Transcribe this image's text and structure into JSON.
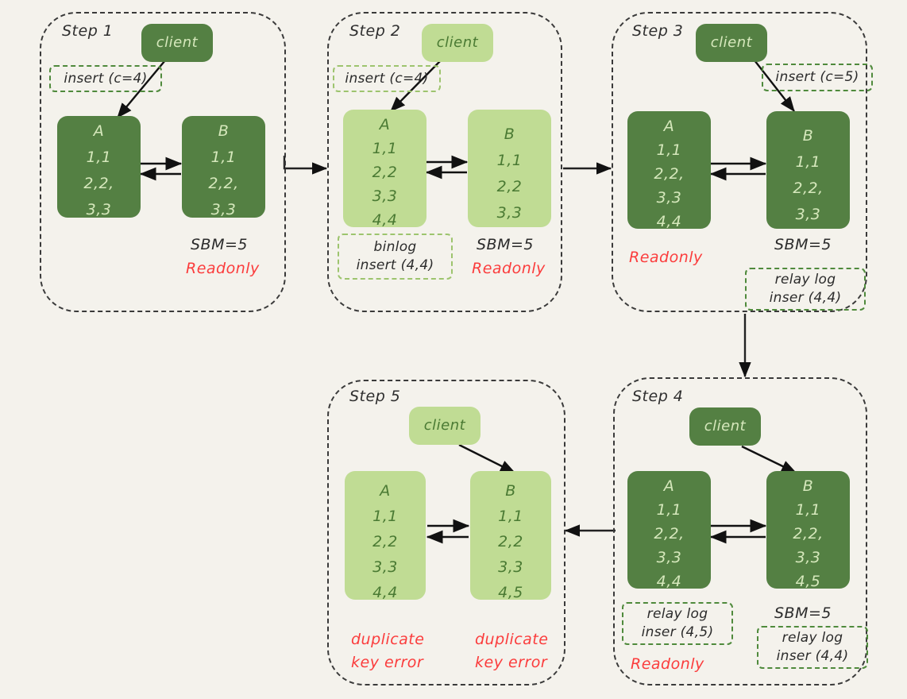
{
  "diagram": {
    "title": "MySQL replication duplicate key error walkthrough",
    "background_color": "#f4f2ec",
    "colors": {
      "node_dark": "#548043",
      "node_light": "#c0dc94",
      "text_on_dark": "#d6e8bc",
      "text_on_light": "#4a7a33",
      "panel_border": "#3a3a3a",
      "tag_border": "#4f8a3c",
      "tag_border_pale": "#9dc46e",
      "error_red": "#fb3c3c",
      "note_dark": "#2b2b2b"
    }
  },
  "steps": [
    {
      "id": "step1",
      "title": "Step 1",
      "client_label": "client",
      "client_shade": "dark",
      "insert_tag": "insert (c=4)",
      "node_a": {
        "label": "A",
        "rows": [
          "1,1",
          "2,2,",
          "3,3"
        ],
        "shade": "dark"
      },
      "node_b": {
        "label": "B",
        "rows": [
          "1,1",
          "2,2,",
          "3,3"
        ],
        "shade": "dark"
      },
      "sbm": "SBM=5",
      "readonly": "Readonly"
    },
    {
      "id": "step2",
      "title": "Step 2",
      "client_label": "client",
      "client_shade": "light",
      "insert_tag": "insert (c=4)",
      "node_a": {
        "label": "A",
        "rows": [
          "1,1",
          "2,2",
          "3,3",
          "4,4"
        ],
        "shade": "light"
      },
      "node_b": {
        "label": "B",
        "rows": [
          "1,1",
          "2,2",
          "3,3"
        ],
        "shade": "light"
      },
      "binlog_tag": {
        "line1": "binlog",
        "line2": "insert (4,4)"
      },
      "sbm": "SBM=5",
      "readonly": "Readonly"
    },
    {
      "id": "step3",
      "title": "Step 3",
      "client_label": "client",
      "client_shade": "dark",
      "insert_tag": "insert (c=5)",
      "node_a": {
        "label": "A",
        "rows": [
          "1,1",
          "2,2,",
          "3,3",
          "4,4"
        ],
        "shade": "dark"
      },
      "node_b": {
        "label": "B",
        "rows": [
          "1,1",
          "2,2,",
          "3,3"
        ],
        "shade": "dark"
      },
      "readonly": "Readonly",
      "sbm": "SBM=5",
      "relay_tag": {
        "line1": "relay log",
        "line2": "inser (4,4)"
      }
    },
    {
      "id": "step4",
      "title": "Step 4",
      "client_label": "client",
      "client_shade": "dark",
      "node_a": {
        "label": "A",
        "rows": [
          "1,1",
          "2,2,",
          "3,3",
          "4,4"
        ],
        "shade": "dark"
      },
      "node_b": {
        "label": "B",
        "rows": [
          "1,1",
          "2,2,",
          "3,3",
          "4,5"
        ],
        "shade": "dark"
      },
      "relay_tag_a": {
        "line1": "relay log",
        "line2": "inser (4,5)"
      },
      "readonly": "Readonly",
      "sbm": "SBM=5",
      "relay_tag_b": {
        "line1": "relay log",
        "line2": "inser (4,4)"
      }
    },
    {
      "id": "step5",
      "title": "Step 5",
      "client_label": "client",
      "client_shade": "light",
      "node_a": {
        "label": "A",
        "rows": [
          "1,1",
          "2,2",
          "3,3",
          "4,4"
        ],
        "shade": "light"
      },
      "node_b": {
        "label": "B",
        "rows": [
          "1,1",
          "2,2",
          "3,3",
          "4,5"
        ],
        "shade": "light"
      },
      "error_a": {
        "line1": "duplicate",
        "line2": "key error"
      },
      "error_b": {
        "line1": "duplicate",
        "line2": "key error"
      }
    }
  ],
  "flow_arrows": [
    {
      "name": "step1-to-step2",
      "direction": "right"
    },
    {
      "name": "step2-to-step3",
      "direction": "right"
    },
    {
      "name": "step3-to-step4",
      "direction": "down"
    },
    {
      "name": "step4-to-step5",
      "direction": "left"
    }
  ]
}
